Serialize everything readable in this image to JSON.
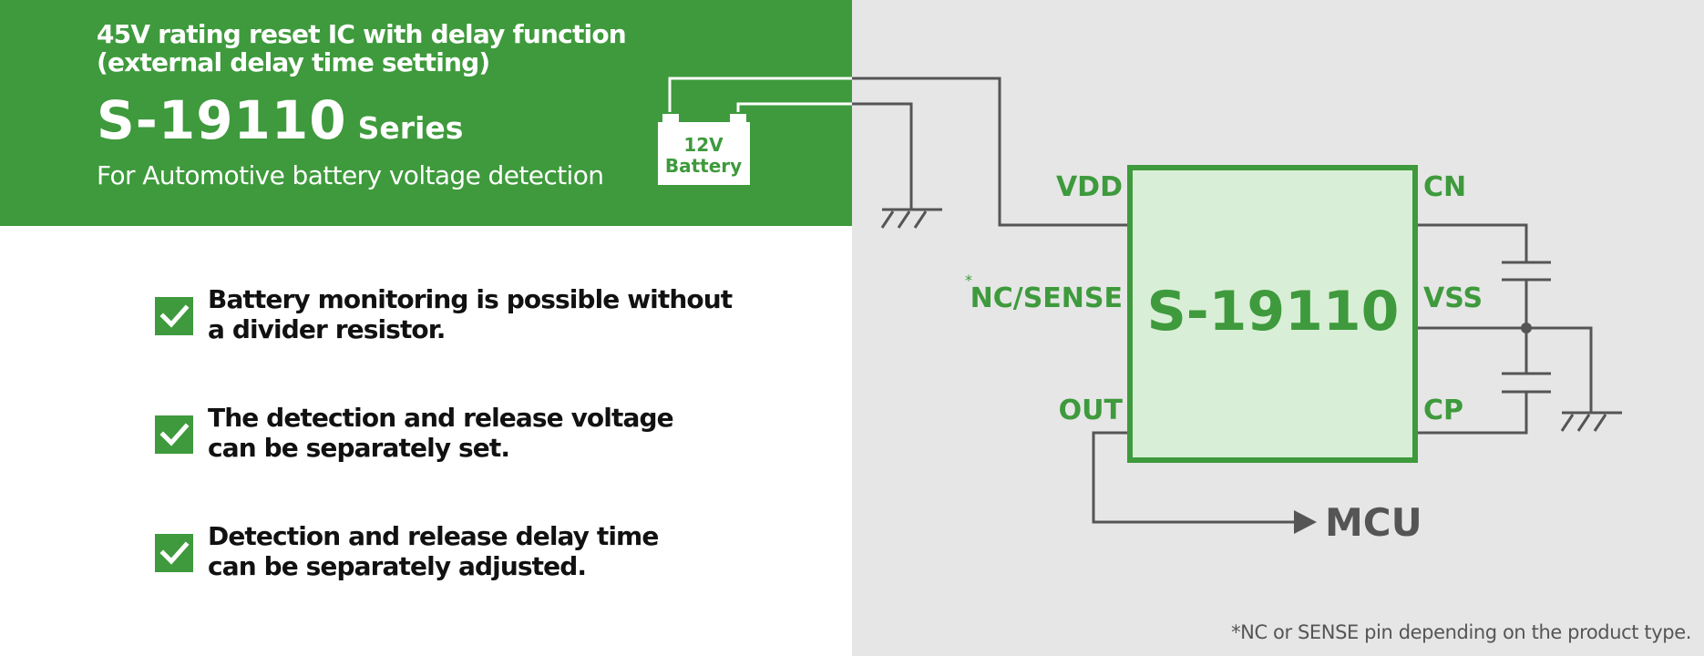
{
  "header": {
    "subtitle_line1": "45V rating reset IC with delay function",
    "subtitle_line2": "(external delay time setting)",
    "model": "S-19110",
    "series_suffix": "Series",
    "tagline": "For Automotive battery voltage detection"
  },
  "features": [
    {
      "line1": "Battery monitoring is possible without",
      "line2": "a divider resistor.",
      "icon": "checkmark-icon"
    },
    {
      "line1": "The detection and release voltage",
      "line2": "can be separately set.",
      "icon": "checkmark-icon"
    },
    {
      "line1": "Detection and release delay time",
      "line2": "can be separately adjusted.",
      "icon": "checkmark-icon"
    }
  ],
  "diagram": {
    "battery_voltage": "12V",
    "battery_label": "Battery",
    "chip_label": "S-19110",
    "pins": {
      "vdd": "VDD",
      "nc_sense": "NC/SENSE",
      "nc_sense_mark": "*",
      "out": "OUT",
      "cn": "CN",
      "vss": "VSS",
      "cp": "CP"
    },
    "mcu_label": "MCU"
  },
  "footnote": "*NC or SENSE pin depending on the product type.",
  "colors": {
    "brand_green": "#3e9a3c",
    "chip_fill": "#d9eed6",
    "wire": "#555555",
    "panel_gray": "#e6e6e6"
  }
}
